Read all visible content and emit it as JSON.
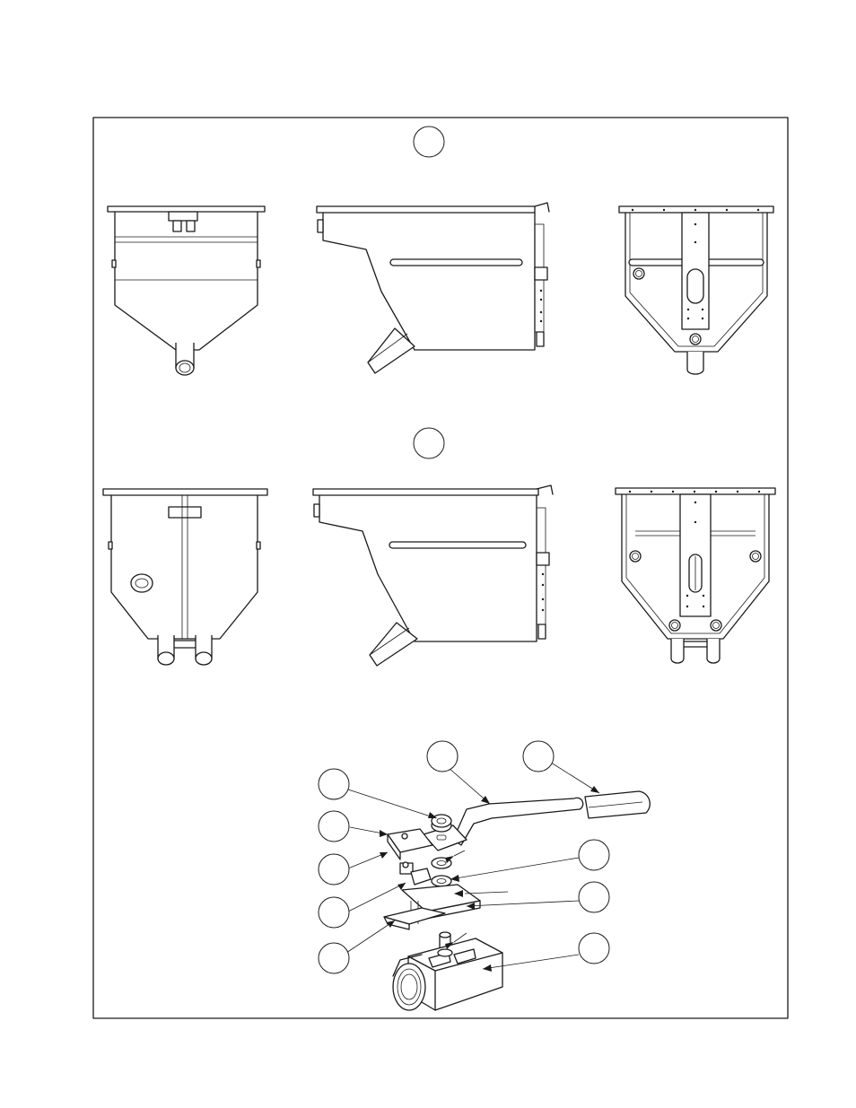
{
  "page": {
    "background": "#ffffff",
    "line_color": "#1a1a1a"
  },
  "figure": {
    "frame": true,
    "sections": [
      {
        "id": "hopper-single-outlet",
        "views": [
          "front-view",
          "side-view",
          "rear-view"
        ],
        "reference_bubble_label": ""
      },
      {
        "id": "hopper-dual-outlet",
        "views": [
          "front-view",
          "side-view",
          "rear-view"
        ],
        "reference_bubble_label": ""
      },
      {
        "id": "ball-valve-exploded",
        "parts": [
          "handle",
          "handle-grip",
          "stem-nut",
          "top-plate",
          "lock-clip",
          "stop-plate",
          "bottom-plate",
          "washer",
          "packing",
          "stem",
          "valve-body"
        ],
        "callout_count": 10
      }
    ]
  }
}
